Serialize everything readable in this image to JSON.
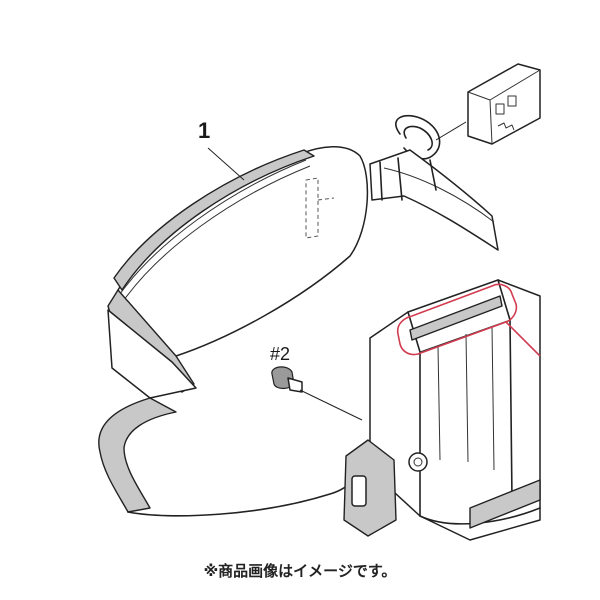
{
  "diagram": {
    "part_number": "1",
    "screw_label": "#2"
  },
  "caption": "※商品画像はイメージです。",
  "colors": {
    "outline": "#222222",
    "shading": "#c8c8c8",
    "highlight": "#d23c50"
  }
}
